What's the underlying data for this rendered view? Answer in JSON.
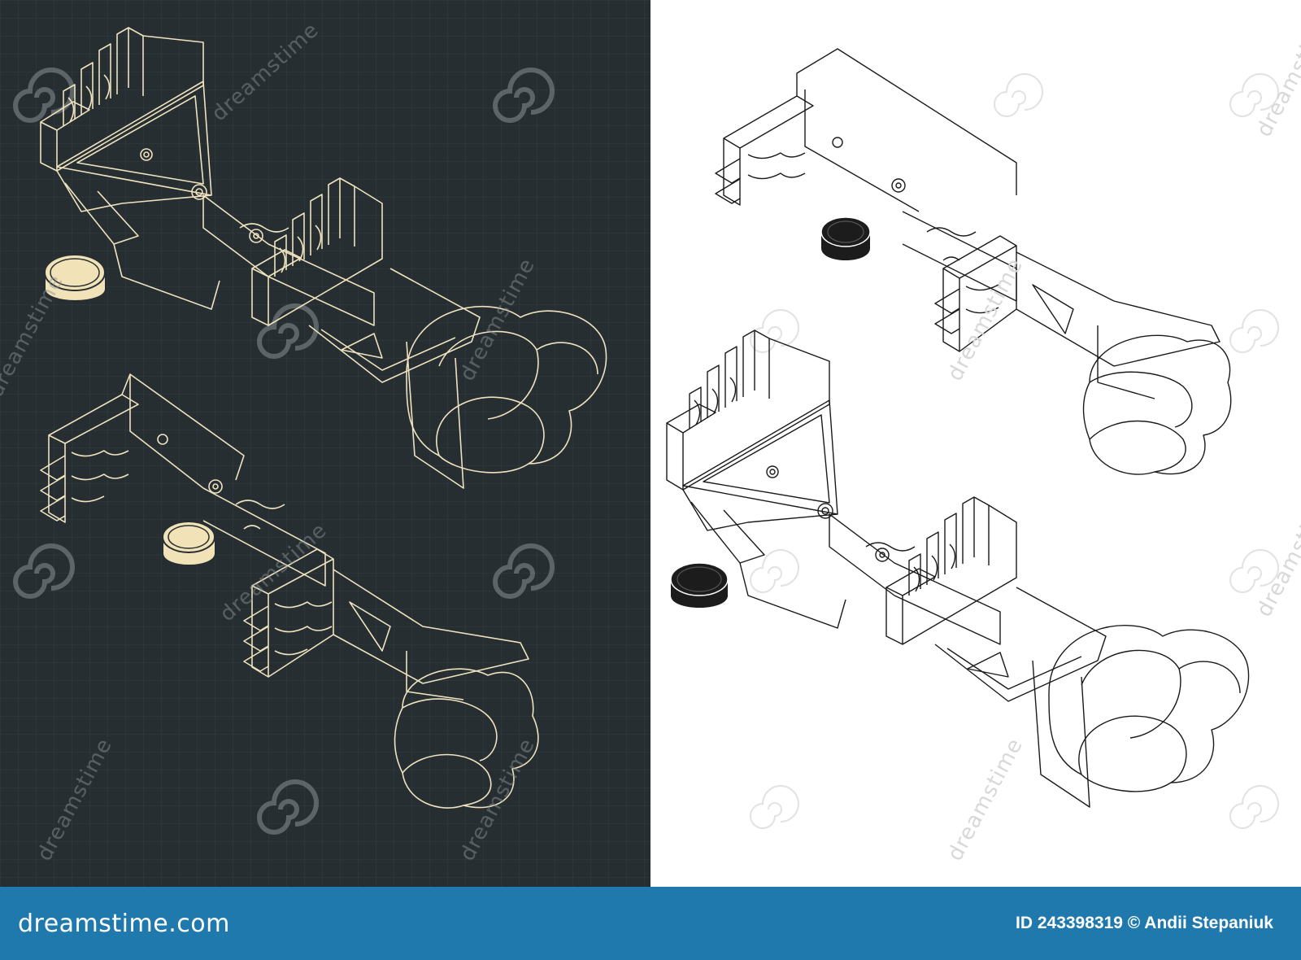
{
  "colors": {
    "dark_background": "#262e32",
    "grid_line": "#323c40",
    "blueprint_stroke": "#efe3bf",
    "blueprint_fill": "#f2e2b8",
    "light_background": "#ffffff",
    "ink_stroke": "#1a1a1a",
    "knob_dark": "#1c1c1c",
    "footer_background": "#1f79ad",
    "watermark": "#cfcfcf"
  },
  "icons": {
    "watermark": "spiral-logo-icon",
    "part": "isometric-bracket-drawing"
  },
  "watermark": {
    "text": "dreamstime"
  },
  "footer": {
    "brand": "dreamstime.com",
    "credit": "ID 243398319 © Andii Stepaniuk"
  }
}
